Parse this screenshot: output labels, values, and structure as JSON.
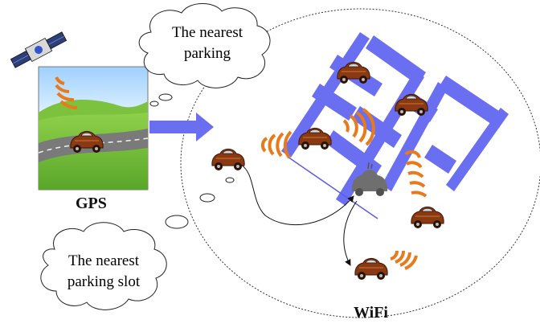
{
  "labels": {
    "gps": "GPS",
    "wifi": "WiFi",
    "cloud_top_line1": "The nearest",
    "cloud_top_line2": "parking",
    "cloud_bottom_line1": "The nearest",
    "cloud_bottom_line2": "parking slot"
  },
  "colors": {
    "lot_lines": "#6a6ef0",
    "arrow": "#6a6ef0",
    "signal": "#e87a1c",
    "car_body": "#8a3a12",
    "car_parked_gray": "#6f6f6f"
  },
  "icons": [
    "satellite-icon",
    "car-icon",
    "signal-waves-icon",
    "thought-cloud-icon"
  ]
}
